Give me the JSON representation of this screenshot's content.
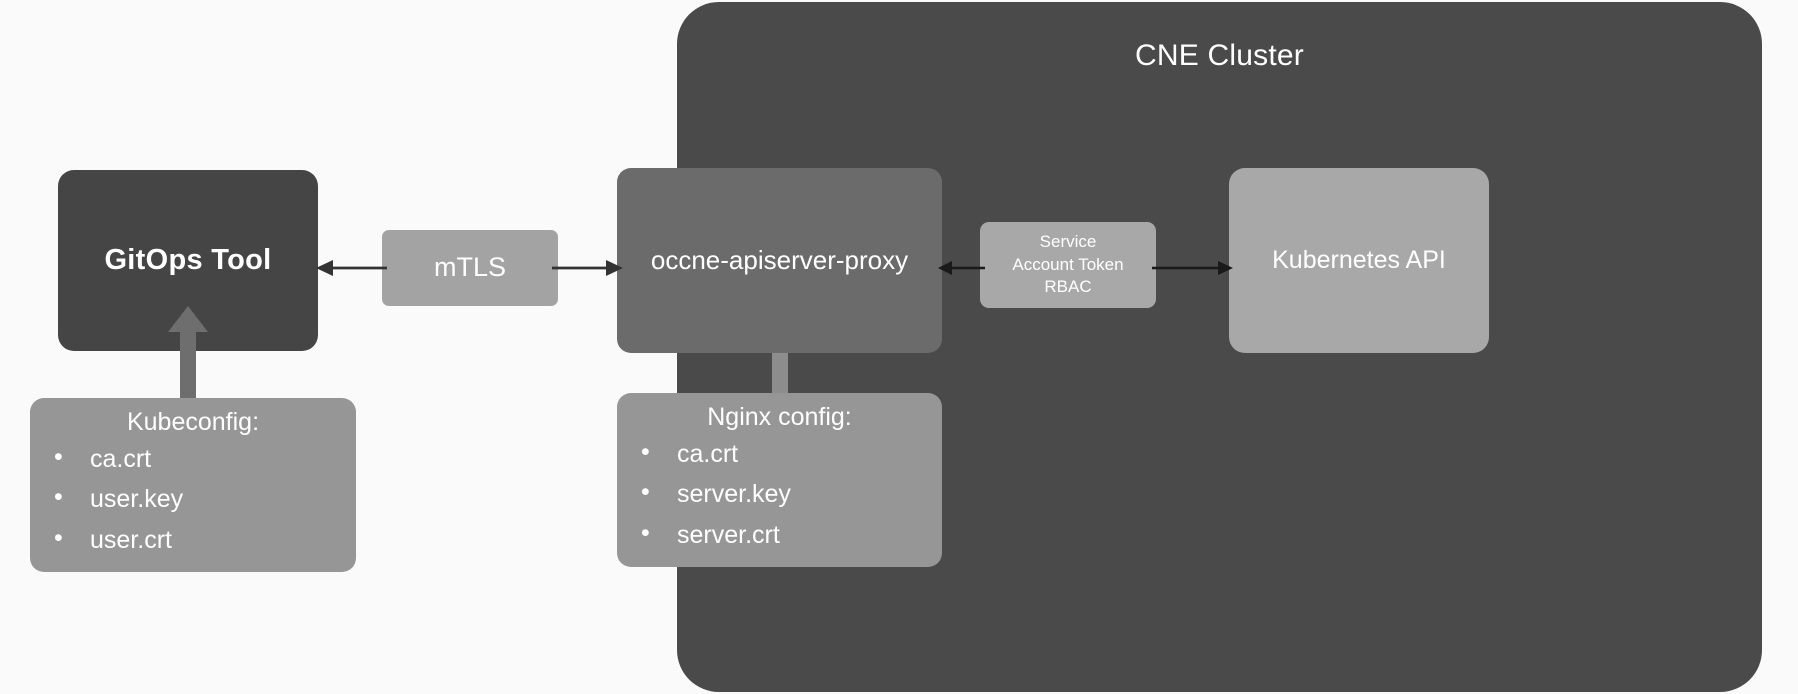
{
  "diagram": {
    "title": "CNE Cluster",
    "background_color": "#fafafa"
  },
  "cluster": {
    "label": "CNE Cluster",
    "color": "#4a4a4a"
  },
  "nodes": {
    "gitops_tool": {
      "label": "GitOps Tool",
      "color": "#454545"
    },
    "mtls": {
      "label": "mTLS",
      "color": "#a3a3a3"
    },
    "proxy": {
      "label": "occne-apiserver-proxy",
      "color": "#6b6b6b"
    },
    "service_account_token": {
      "line1": "Service",
      "line2": "Account Token",
      "line3": "RBAC",
      "color": "#a8a8a8"
    },
    "kubernetes_api": {
      "label": "Kubernetes API",
      "color": "#a8a8a8"
    }
  },
  "notes": {
    "kubeconfig": {
      "title": "Kubeconfig:",
      "bullet_glyph": "•",
      "items": [
        "ca.crt",
        "user.key",
        "user.crt"
      ],
      "color": "#969696"
    },
    "nginx_config": {
      "title": "Nginx config:",
      "bullet_glyph": "•",
      "items": [
        "ca.crt",
        "server.key",
        "server.crt"
      ],
      "color": "#969696"
    }
  },
  "connectors": [
    {
      "name": "mtls-to-gitops",
      "direction": "left",
      "style": "solid",
      "color": "#333333"
    },
    {
      "name": "mtls-to-proxy",
      "direction": "right",
      "style": "solid",
      "color": "#333333"
    },
    {
      "name": "sa-token-to-proxy",
      "direction": "left",
      "style": "solid",
      "color": "#1a1a1a"
    },
    {
      "name": "sa-token-to-k8s-api",
      "direction": "right",
      "style": "solid",
      "color": "#1a1a1a"
    },
    {
      "name": "kubeconfig-to-gitops",
      "direction": "up",
      "style": "block",
      "color": "#6e6e6e"
    },
    {
      "name": "nginx-config-to-proxy",
      "direction": "up",
      "style": "block",
      "color": "#8d8d8d"
    }
  ]
}
